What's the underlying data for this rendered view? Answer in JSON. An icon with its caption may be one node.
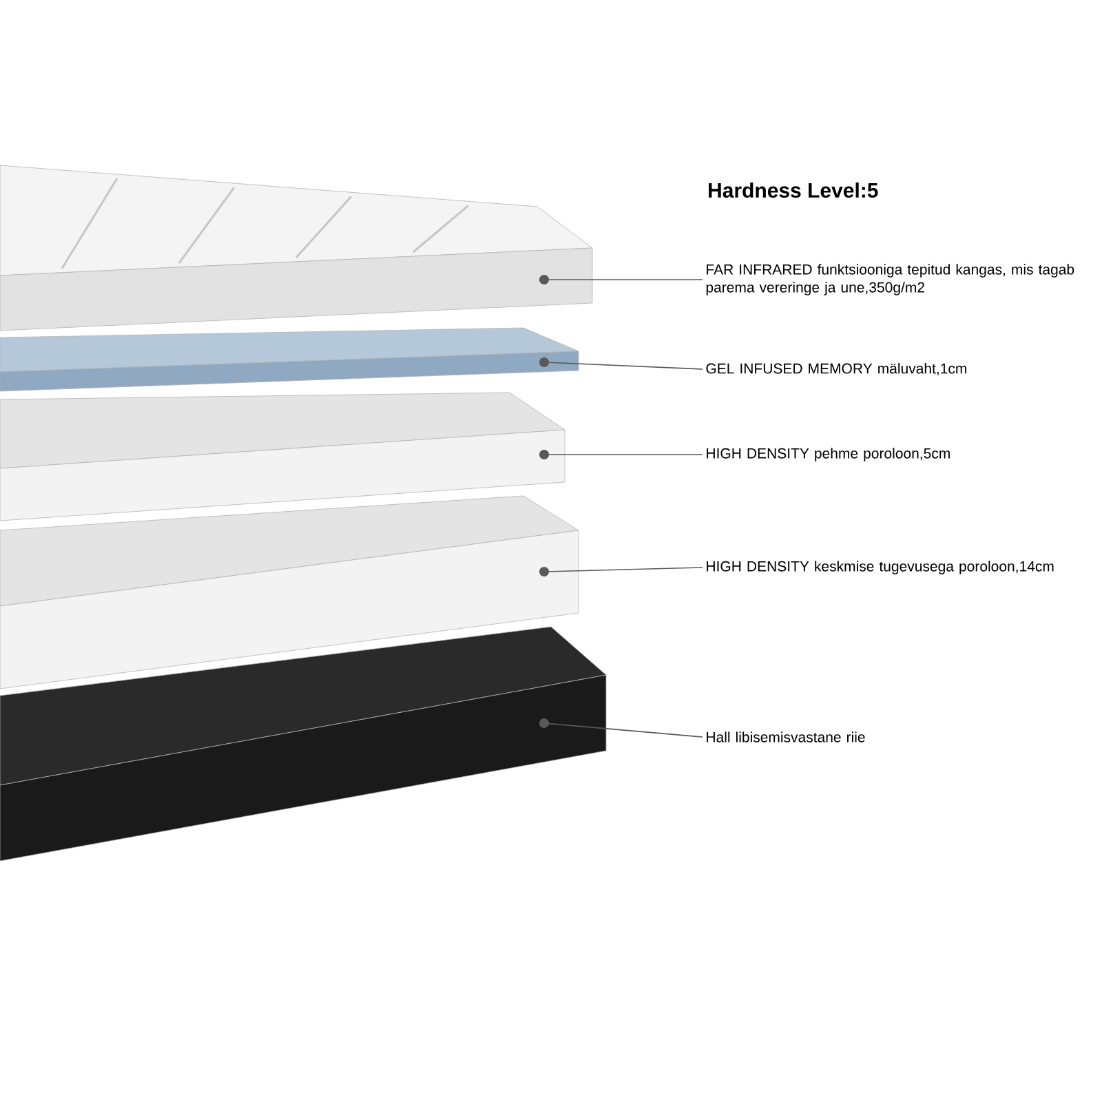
{
  "diagram": {
    "title": "Hardness Level:5",
    "nodes": [
      {
        "text": [],
        "shape": "picture"
      },
      {
        "text": [],
        "shape": "picture"
      },
      {
        "text": [],
        "shape": "picture"
      },
      {
        "text": [],
        "shape": "picture"
      },
      {
        "text": [],
        "shape": "picture"
      },
      {
        "text": [
          "FAR INFRARED funktsiooniga tepitud kangas, mis tagab parema vereringe ja une,350g/m2"
        ]
      },
      {
        "text": [
          "GEL INFUSED MEMORY mäluvaht,1cm"
        ]
      },
      {
        "text": [
          "HIGH DENSITY pehme poroloon,5cm"
        ]
      },
      {
        "text": [
          "HIGH DENSITY keskmise tugevusega poroloon,14cm"
        ]
      },
      {
        "text": [
          "Hall libisemisvastane riie"
        ]
      }
    ],
    "edges": [
      {
        "from": 5,
        "to": 0,
        "arrow": "other"
      },
      {
        "from": 6,
        "to": 1,
        "arrow": "other"
      },
      {
        "from": 7,
        "to": 2,
        "arrow": "other"
      },
      {
        "from": 8,
        "to": 3,
        "arrow": "other"
      },
      {
        "from": 9,
        "to": 4,
        "arrow": "other"
      }
    ]
  }
}
